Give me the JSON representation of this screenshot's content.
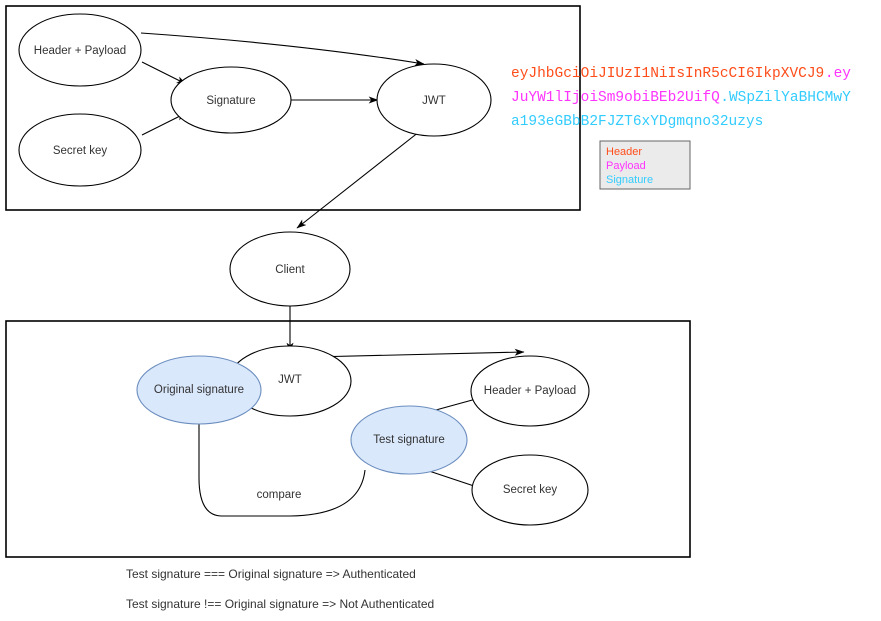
{
  "diagram": {
    "title": "JWT creation and verification flow",
    "sign_box": {
      "name": "signing-process-box",
      "nodes": [
        {
          "id": "header-payload-top",
          "label": "Header + Payload"
        },
        {
          "id": "secret-key-top",
          "label": "Secret key"
        },
        {
          "id": "signature-top",
          "label": "Signature"
        },
        {
          "id": "jwt-top",
          "label": "JWT"
        }
      ]
    },
    "client": {
      "id": "client",
      "label": "Client"
    },
    "verify_box": {
      "name": "verification-process-box",
      "nodes": [
        {
          "id": "jwt-bottom",
          "label": "JWT"
        },
        {
          "id": "original-signature",
          "label": "Original signature"
        },
        {
          "id": "test-signature",
          "label": "Test signature"
        },
        {
          "id": "header-payload-bottom",
          "label": "Header + Payload"
        },
        {
          "id": "secret-key-bottom",
          "label": "Secret key"
        }
      ],
      "edge_labels": [
        {
          "id": "compare",
          "label": "compare"
        }
      ]
    },
    "captions": [
      "Test signature === Original signature => Authenticated",
      "Test signature !== Original signature => Not Authenticated"
    ]
  },
  "token": {
    "name": "jwt-token-sample",
    "lines": [
      [
        {
          "part": "header",
          "text": "eyJhbGciOiJIUzI1NiIsInR5cCI6IkpXVCJ9"
        },
        {
          "part": "payload",
          "text": ".ey"
        }
      ],
      [
        {
          "part": "payload",
          "text": "JuYW1lIjoiSm9obiBEb2UifQ"
        },
        {
          "part": "signature",
          "text": ".WSpZilYaBHCMwY"
        }
      ],
      [
        {
          "part": "signature",
          "text": "a193eGBbB2FJZT6xYDgmqno32uzys"
        }
      ]
    ],
    "full": "eyJhbGciOiJIUzI1NiIsInR5cCI6IkpXVCJ9.eyJuYW1lIjoiSm9obiBEb2UifQ.WSpZilYaBHCMwYa193eGBbB2FJZT6xYDgmqno32uzys"
  },
  "legend": {
    "name": "token-part-legend",
    "items": [
      {
        "label": "Header",
        "color": "#ff4d1a"
      },
      {
        "label": "Payload",
        "color": "#ff33ff"
      },
      {
        "label": "Signature",
        "color": "#33ccff"
      }
    ],
    "background": "#ebebeb"
  },
  "colors": {
    "header": "#ff4d1a",
    "payload": "#ff33ff",
    "signature": "#33ccff",
    "node_fill": "#ffffff",
    "node_stroke": "#000000",
    "highlight_fill": "#dae8fc",
    "highlight_stroke": "#6c8ebf",
    "text": "#333333"
  }
}
